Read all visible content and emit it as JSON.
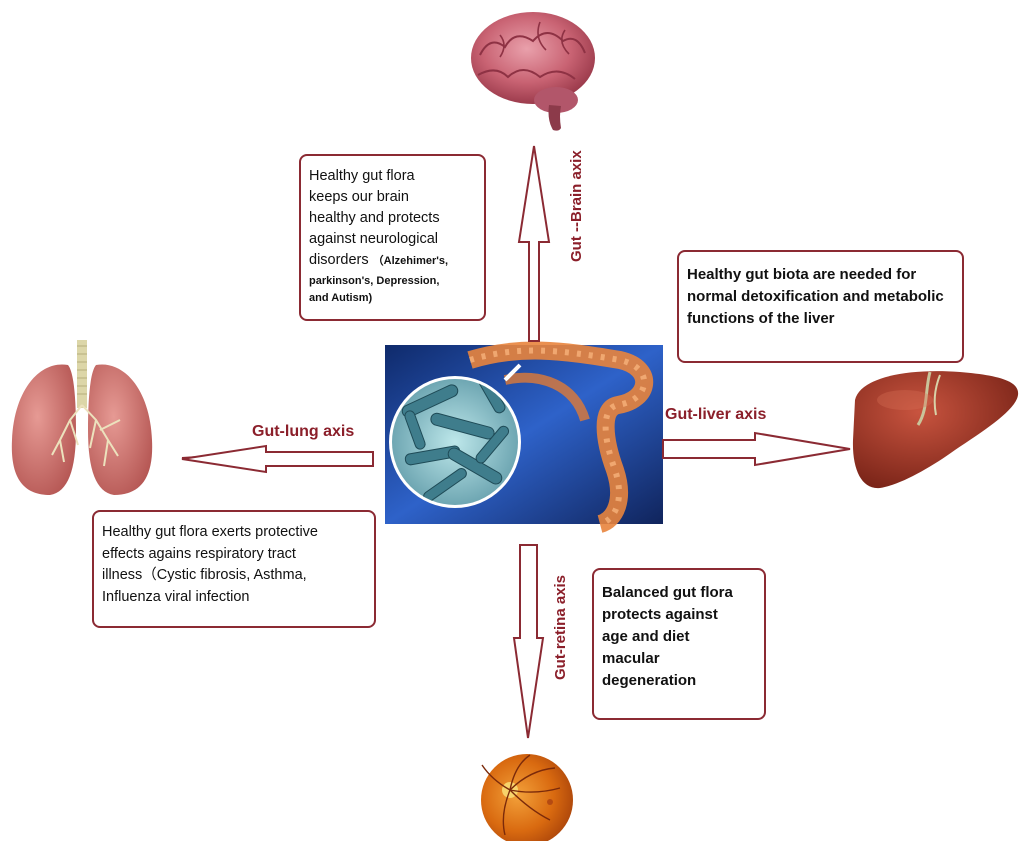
{
  "axes": {
    "brain": "Gut --Brain axix",
    "lung": "Gut-lung axis",
    "liver": "Gut-liver axis",
    "retina": "Gut-retina axis"
  },
  "boxes": {
    "brain": {
      "lines": [
        "Healthy gut flora",
        "keeps our brain",
        "healthy and protects",
        "against neurological",
        "disorders"
      ],
      "small": [
        "（Alzehimer's,",
        "parkinson's, Depression,",
        "and Autism)"
      ]
    },
    "liver": {
      "lines": [
        "Healthy gut biota are needed for",
        "normal detoxification and metabolic",
        "functions of the liver"
      ]
    },
    "lung": {
      "lines": [
        "Healthy gut flora exerts protective",
        "effects agains respiratory tract",
        "illness（Cystic fibrosis, Asthma,",
        "Influenza  viral infection"
      ]
    },
    "retina": {
      "lines": [
        "Balanced gut flora",
        "protects against",
        "age and diet",
        "macular",
        "degeneration"
      ]
    }
  },
  "colors": {
    "border": "#8b2a33",
    "label": "#8b1f2a",
    "arrow": "#8b2a33"
  },
  "icons": [
    "brain-icon",
    "lungs-icon",
    "liver-icon",
    "retina-icon",
    "gut-bacteria-image"
  ]
}
